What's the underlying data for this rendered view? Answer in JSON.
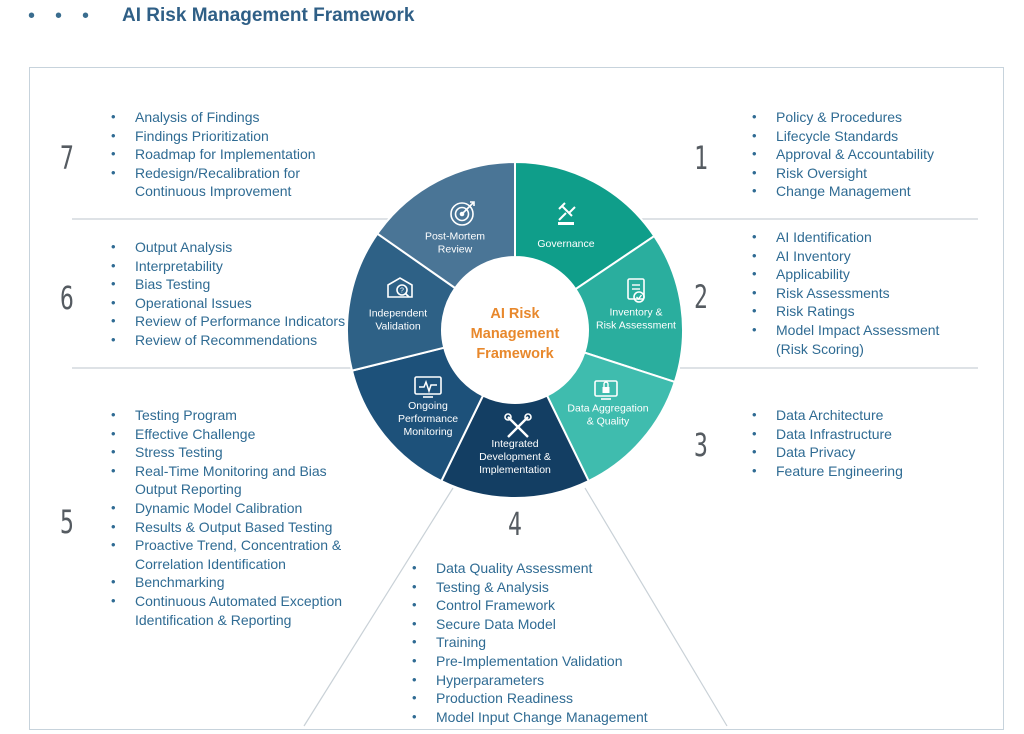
{
  "header": {
    "title": "AI Risk Management Framework"
  },
  "center": {
    "lines": [
      "AI Risk",
      "Management",
      "Framework"
    ]
  },
  "segments": [
    {
      "id": "governance",
      "lines": [
        "Governance"
      ],
      "color": "#0f9e8a",
      "icon": "gavel-icon"
    },
    {
      "id": "inventory",
      "lines": [
        "Inventory &",
        "Risk Assessment"
      ],
      "color": "#2aae9e",
      "icon": "document-check-icon"
    },
    {
      "id": "data-aggregation",
      "lines": [
        "Data Aggregation",
        "& Quality"
      ],
      "color": "#3fbcae",
      "icon": "lock-screen-icon"
    },
    {
      "id": "integrated-development",
      "lines": [
        "Integrated",
        "Development &",
        "Implementation"
      ],
      "color": "#133e63",
      "icon": "tools-icon"
    },
    {
      "id": "ongoing-monitoring",
      "lines": [
        "Ongoing",
        "Performance",
        "Monitoring"
      ],
      "color": "#1d517a",
      "icon": "monitor-pulse-icon"
    },
    {
      "id": "independent-validation",
      "lines": [
        "Independent",
        "Validation"
      ],
      "color": "#2e6186",
      "icon": "search-document-icon"
    },
    {
      "id": "post-mortem",
      "lines": [
        "Post-Mortem",
        "Review"
      ],
      "color": "#4a7596",
      "icon": "target-icon"
    }
  ],
  "sections": [
    {
      "number": "1",
      "items": [
        "Policy & Procedures",
        "Lifecycle Standards",
        "Approval & Accountability",
        "Risk Oversight",
        "Change Management"
      ]
    },
    {
      "number": "2",
      "items": [
        "AI Identification",
        "AI Inventory",
        "Applicability",
        "Risk Assessments",
        "Risk Ratings",
        "Model Impact Assessment (Risk Scoring)"
      ]
    },
    {
      "number": "3",
      "items": [
        "Data Architecture",
        "Data Infrastructure",
        "Data Privacy",
        "Feature Engineering"
      ]
    },
    {
      "number": "4",
      "items": [
        "Data Quality Assessment",
        "Testing & Analysis",
        "Control Framework",
        "Secure Data Model",
        "Training",
        "Pre-Implementation Validation",
        "Hyperparameters",
        "Production Readiness",
        "Model Input Change Management"
      ]
    },
    {
      "number": "5",
      "items": [
        "Testing Program",
        "Effective Challenge",
        "Stress Testing",
        "Real-Time Monitoring and Bias Output Reporting",
        "Dynamic Model Calibration",
        "Results & Output Based Testing",
        "Proactive Trend, Concentration & Correlation Identification",
        "Benchmarking",
        "Continuous Automated Exception Identification & Reporting"
      ]
    },
    {
      "number": "6",
      "items": [
        "Output Analysis",
        "Interpretability",
        "Bias Testing",
        "Operational Issues",
        "Review of Performance Indicators",
        "Review of Recommendations"
      ]
    },
    {
      "number": "7",
      "items": [
        "Analysis of Findings",
        "Findings Prioritization",
        "Roadmap for Implementation",
        "Redesign/Recalibration for Continuous Improvement"
      ]
    }
  ],
  "colors": {
    "title": "#2f5f86",
    "list_text": "#2f6b93",
    "center_text": "#e8882c",
    "number": "#555b61",
    "divider": "#c9d1d7"
  }
}
